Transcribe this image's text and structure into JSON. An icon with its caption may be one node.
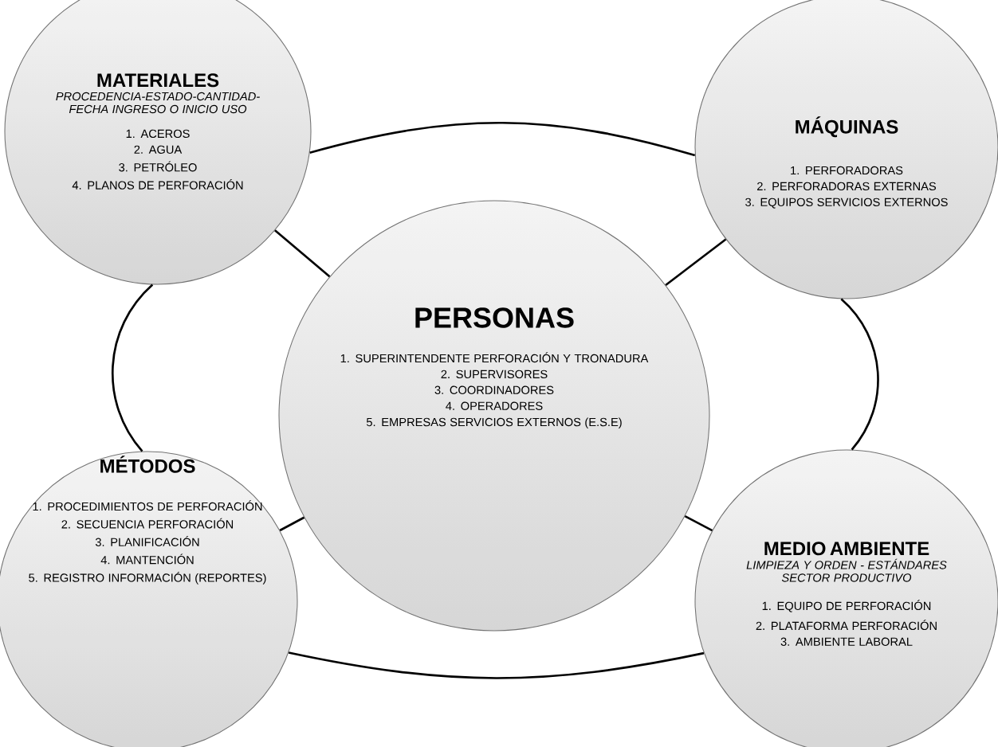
{
  "diagram": {
    "nodes": [
      {
        "text": [
          "MATERIALES",
          "PROCEDENCIA-ESTADO-CANTIDAD-FECHA INGRESO O INICIO USO",
          "1. ACEROS",
          "2. AGUA",
          "3. PETRÓLEO",
          "4. PLANOS DE PERFORACIÓN"
        ]
      },
      {
        "text": [
          "MÁQUINAS",
          "1. PERFORADORAS",
          "2. PERFORADORAS EXTERNAS",
          "3. EQUIPOS SERVICIOS EXTERNOS"
        ]
      },
      {
        "text": [
          "PERSONAS",
          "1. SUPERINTENDENTE PERFORACIÓN Y TRONADURA",
          "2. SUPERVISORES",
          "3. COORDINADORES",
          "4. OPERADORES",
          "5. EMPRESAS SERVICIOS EXTERNOS (E.S.E)"
        ]
      },
      {
        "text": [
          "MÉTODOS",
          "1. PROCEDIMIENTOS DE PERFORACIÓN",
          "2. SECUENCIA PERFORACIÓN",
          "3. PLANIFICACIÓN",
          "4. MANTENCIÓN",
          "5. REGISTRO INFORMACIÓN (REPORTES)"
        ]
      },
      {
        "text": [
          "MEDIO AMBIENTE",
          "LIMPIEZA Y ORDEN - ESTÁNDARES SECTOR PRODUCTIVO",
          "1. EQUIPO DE PERFORACIÓN",
          "2. PLATAFORMA PERFORACIÓN",
          "3. AMBIENTE LABORAL"
        ]
      }
    ],
    "edges": [
      {
        "from": 0,
        "to": 1,
        "arrow": "none"
      },
      {
        "from": 0,
        "to": 2,
        "arrow": "none"
      },
      {
        "from": 1,
        "to": 2,
        "arrow": "none"
      },
      {
        "from": 0,
        "to": 3,
        "arrow": "none"
      },
      {
        "from": 1,
        "to": 4,
        "arrow": "none"
      },
      {
        "from": 3,
        "to": 2,
        "arrow": "none"
      },
      {
        "from": 2,
        "to": 4,
        "arrow": "none"
      },
      {
        "from": 3,
        "to": 4,
        "arrow": "none"
      }
    ]
  }
}
